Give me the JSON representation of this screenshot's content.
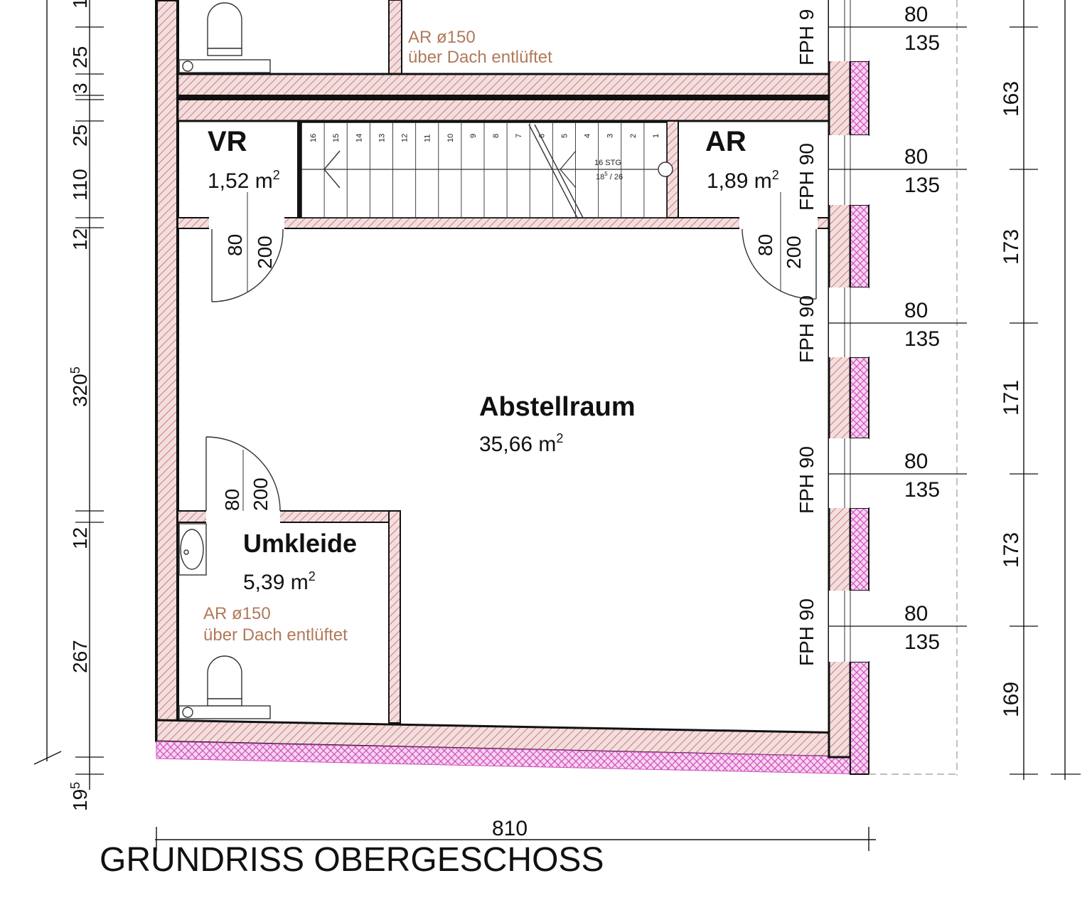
{
  "drawing_title": "GRUNDRISS OBERGESCHOSS",
  "rooms": {
    "vr": {
      "name": "VR",
      "area": "1,52 m",
      "sup": "2"
    },
    "ar": {
      "name": "AR",
      "area": "1,89 m",
      "sup": "2"
    },
    "abstellraum": {
      "name": "Abstellraum",
      "area": "35,66 m",
      "sup": "2"
    },
    "umkleide": {
      "name": "Umkleide",
      "area": "5,39 m",
      "sup": "2"
    }
  },
  "vent_notes": {
    "top": {
      "line1": "AR ø150",
      "line2": "über Dach entlüftet"
    },
    "umkleide": {
      "line1": "AR ø150",
      "line2": "über Dach entlüftet"
    }
  },
  "stair": {
    "steps": [
      "16",
      "15",
      "14",
      "13",
      "12",
      "11",
      "10",
      "9",
      "8",
      "7",
      "6",
      "5",
      "4",
      "3",
      "2",
      "1"
    ],
    "note_line1": "16 STG",
    "note_line2": "18",
    "note_sup": "5",
    "note_line2b": " / 26"
  },
  "doors": {
    "vr": {
      "width": "80",
      "height": "200"
    },
    "ar": {
      "width": "80",
      "height": "200"
    },
    "umkleide": {
      "width": "80",
      "height": "200"
    }
  },
  "windows": {
    "label": "FPH 90",
    "top_partial": "FPH 9",
    "sill": "80",
    "height": "135"
  },
  "dims_left": {
    "d_top1": "1",
    "d25a": "25",
    "d3": "3",
    "d25b": "25",
    "d110": "110",
    "d12a": "12",
    "d320": "320",
    "d320_sup": "5",
    "d12b": "12",
    "d267": "267",
    "d19": "19",
    "d19_sup": "5"
  },
  "dims_right": [
    "163",
    "173",
    "171",
    "173",
    "169"
  ],
  "dims_bottom": {
    "width": "810"
  }
}
